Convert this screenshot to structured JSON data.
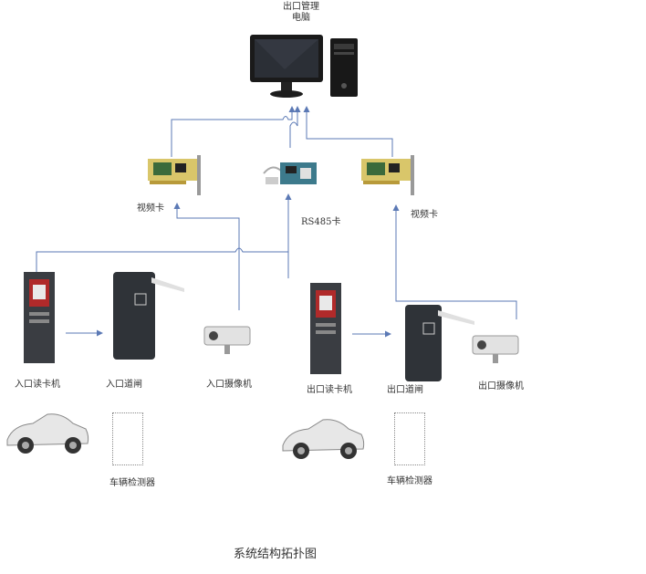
{
  "labels": {
    "exit_pc": [
      "出口管理",
      "电脑"
    ],
    "video_card_left": "视频卡",
    "rs485_card": "RS485卡",
    "video_card_right": "视频卡",
    "entry_reader": "入口读卡机",
    "entry_barrier": "入口道闸",
    "entry_camera": "入口摄像机",
    "exit_reader": "出口读卡机",
    "exit_barrier": "出口道闸",
    "exit_camera": "出口摄像机",
    "vehicle_detector_left": "车辆检测器",
    "vehicle_detector_right": "车辆检测器",
    "diagram_title": "系统结构拓扑图"
  },
  "colors": {
    "wire": "#5b79b5",
    "monitor": "#1a1a1a",
    "card_pcb": "#3b6a3b",
    "reader_body": "#3a3d42",
    "barrier_body": "#2f3338",
    "car_body": "#e7e7e7"
  }
}
